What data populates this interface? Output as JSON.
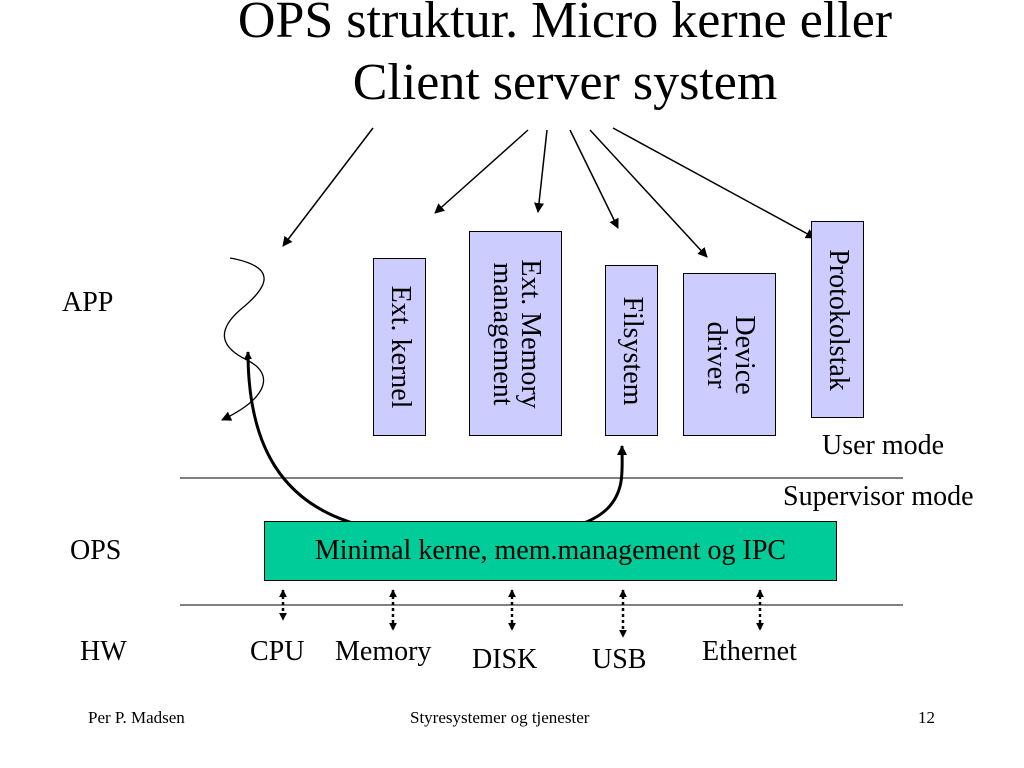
{
  "title": {
    "line1": "OPS struktur. Micro kerne eller",
    "line2": "Client server system"
  },
  "levels": {
    "app": "APP",
    "ops": "OPS",
    "hw": "HW"
  },
  "modes": {
    "user": "User mode",
    "supervisor": "Supervisor mode"
  },
  "servers": {
    "ext_kernel": "Ext. kernel",
    "ext_memory_line1": "Ext. Memory",
    "ext_memory_line2": "management",
    "filsystem": "Filsystem",
    "device_line1": "Device",
    "device_line2": "driver",
    "protokolstak": "Protokolstak"
  },
  "kernel": "Minimal kerne, mem.management og IPC",
  "hardware": {
    "cpu": "CPU",
    "memory": "Memory",
    "disk": "DISK",
    "usb": "USB",
    "ethernet": "Ethernet"
  },
  "footer": {
    "author": "Per P. Madsen",
    "course": "Styresystemer og tjenester",
    "page": "12"
  },
  "colors": {
    "server_fill": "#ccccff",
    "kernel_fill": "#00cc99"
  }
}
